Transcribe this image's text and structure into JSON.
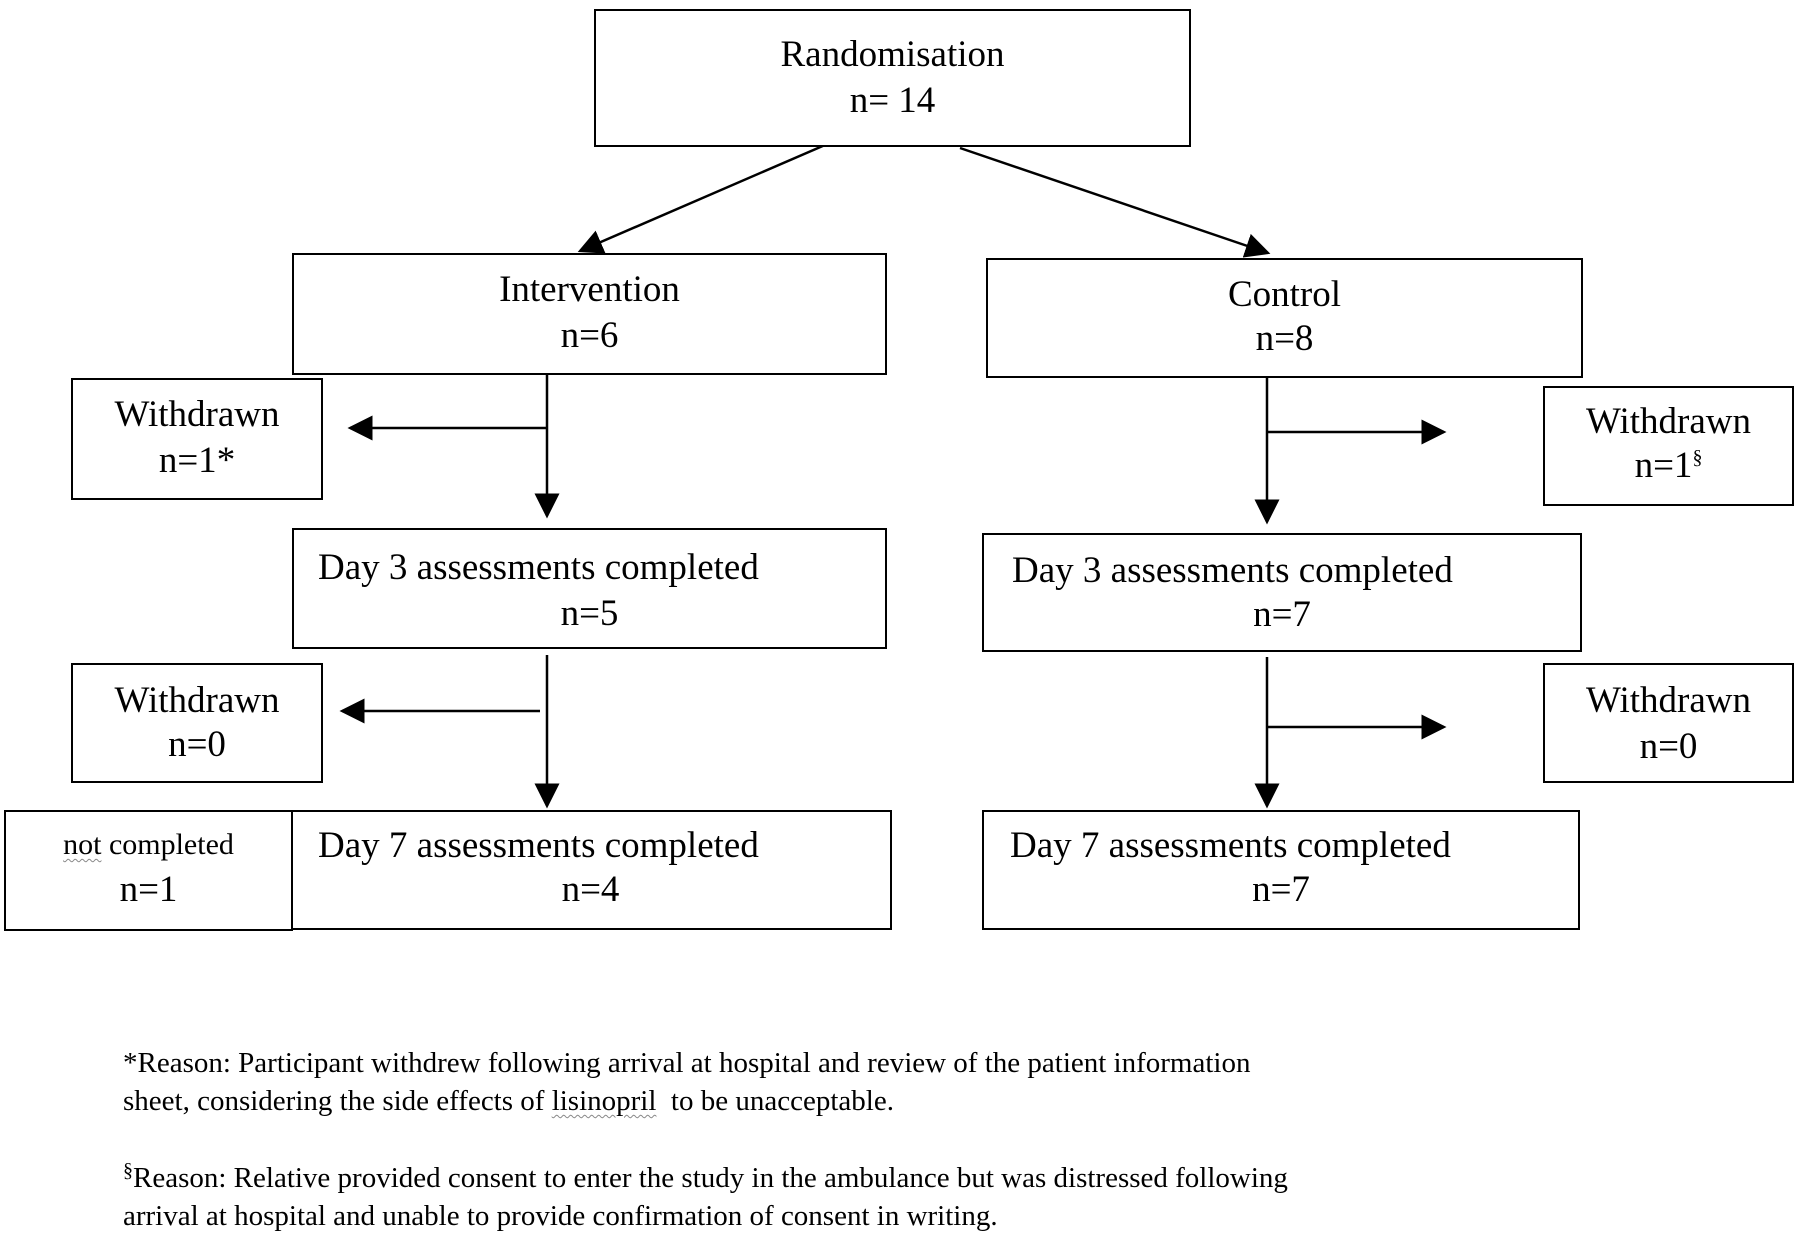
{
  "randomisation": {
    "label": "Randomisation",
    "n": "n= 14"
  },
  "intervention": {
    "group": {
      "label": "Intervention",
      "n": "n=6"
    },
    "withdrawn_1": {
      "label": "Withdrawn",
      "n": "n=1",
      "marker": "*"
    },
    "day3": {
      "label": "Day 3 assessments completed",
      "n": "n=5"
    },
    "withdrawn_2": {
      "label": "Withdrawn",
      "n": "n=0"
    },
    "not_completed": {
      "label_word": "not",
      "label_rest": " completed",
      "n": "n=1"
    },
    "day7": {
      "label": "Day 7 assessments completed",
      "n": "n=4"
    }
  },
  "control": {
    "group": {
      "label": "Control",
      "n": "n=8"
    },
    "withdrawn_1": {
      "label": "Withdrawn",
      "n": "n=1",
      "marker": "§"
    },
    "day3": {
      "label": "Day 3 assessments completed",
      "n": "n=7"
    },
    "withdrawn_2": {
      "label": "Withdrawn",
      "n": "n=0"
    },
    "day7": {
      "label": "Day 7 assessments completed",
      "n": "n=7"
    }
  },
  "footnotes": {
    "star": {
      "marker": "*",
      "line1": "Reason: Participant withdrew following arrival at hospital and review of the patient information",
      "line2_pre": "sheet, considering the side effects of ",
      "drug": "lisinopril",
      "line2_post": "  to be unacceptable."
    },
    "section": {
      "marker": "§",
      "line1": "Reason: Relative provided consent to enter the study in the ambulance but was distressed following",
      "line2": "arrival at hospital and unable to provide confirmation of consent in writing."
    }
  }
}
